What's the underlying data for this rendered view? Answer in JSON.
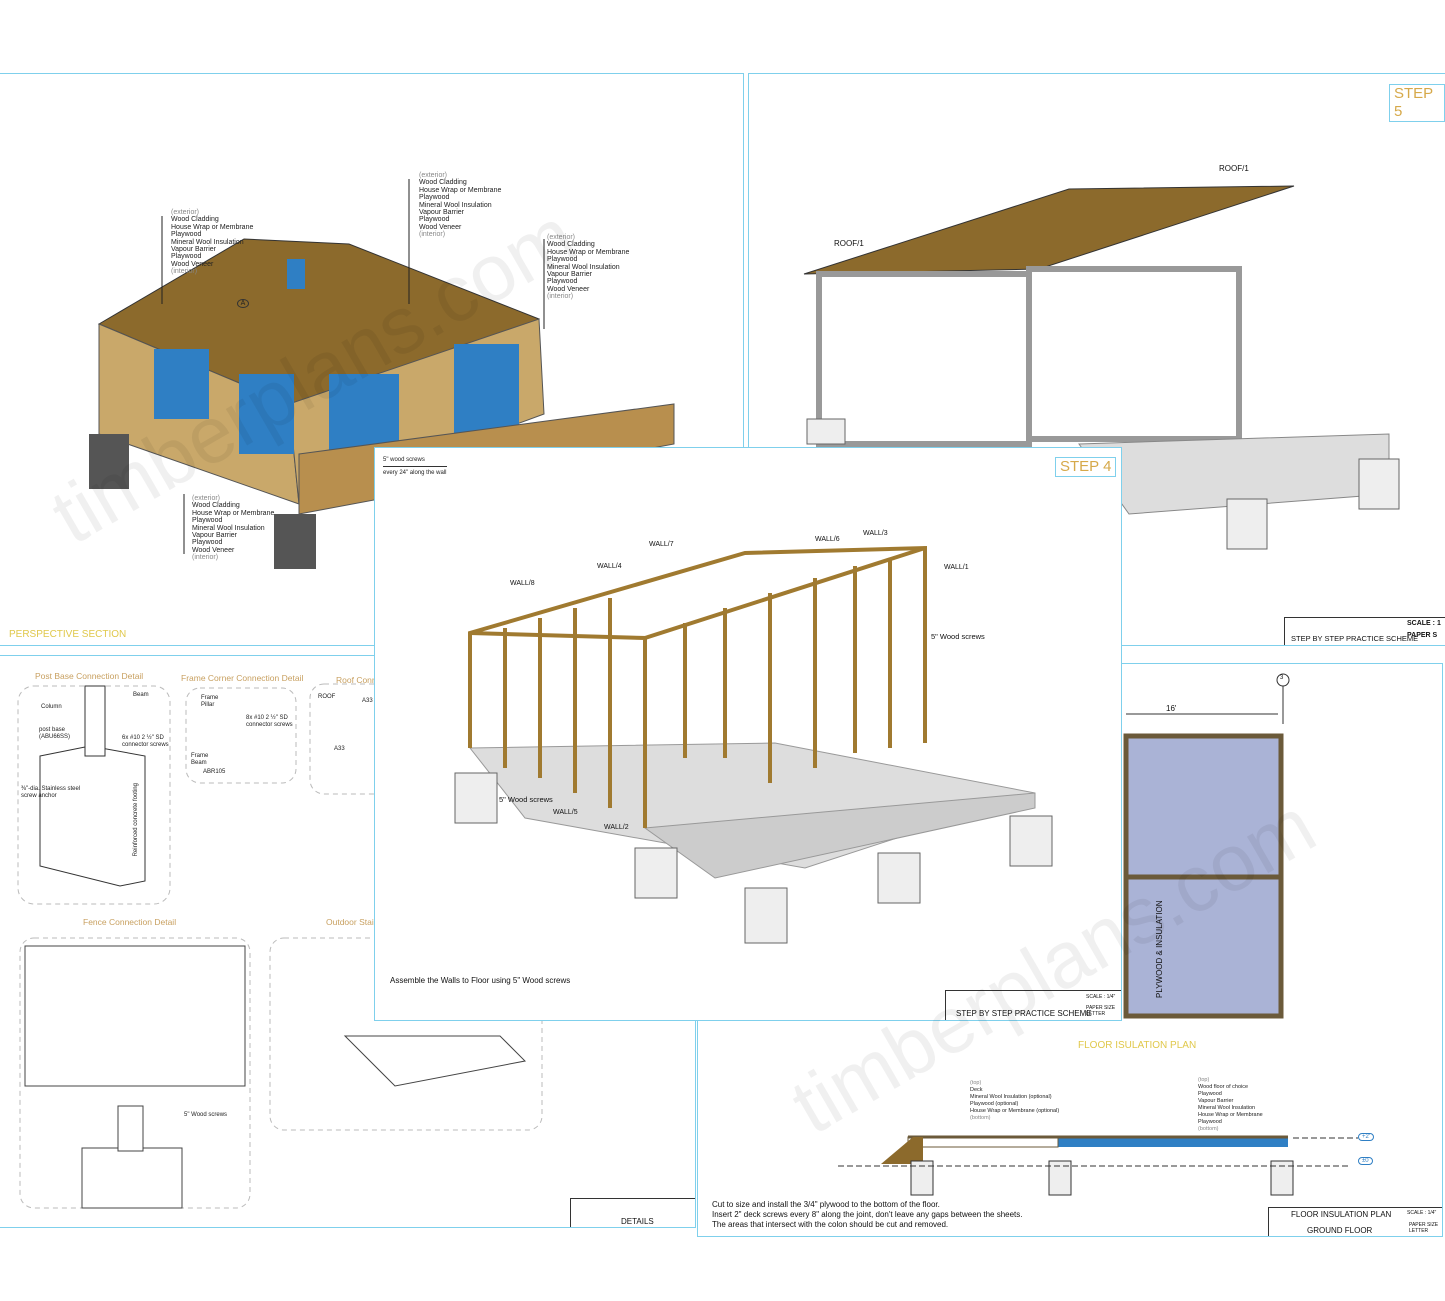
{
  "watermark": "timberplans.com",
  "perspective": {
    "title": "PERSPECTIVE SECTION",
    "room_tag": "A",
    "wall_layers": [
      "(exterior)",
      "Wood Cladding",
      "House Wrap or Membrane",
      "Playwood",
      "Mineral Wool Insulation",
      "Vapour Barrier",
      "Playwood",
      "Wood Veneer",
      "(interior)"
    ]
  },
  "step5": {
    "badge": "STEP 5",
    "roof_labels": [
      "ROOF/1",
      "ROOF/1"
    ],
    "title_block": "STEP BY STEP PRACTICE SCHEME",
    "scale": "SCALE : 1",
    "paper": "PAPER S"
  },
  "details": {
    "titles": [
      "Post Base Connection Detail",
      "Frame Corner Connection Detail",
      "Roof Conn",
      "Fence Connection Detail",
      "Outdoor Stai"
    ],
    "post_base": [
      "Beam",
      "Column",
      "post base (ABU66SS)",
      "6x #10 2 ½\" SD connector screws",
      "⅜\"-dia. Stainless steel screw anchor",
      "Reinforced concrete footing"
    ],
    "frame_corner": [
      "Frame Pillar",
      "8x #10 2 ½\" SD connector screws",
      "Frame Beam",
      "ABR105"
    ],
    "roof": [
      "ROOF",
      "A33",
      "A33"
    ],
    "fence": [
      "5\" Wood screws"
    ],
    "title_block": "DETAILS"
  },
  "step4": {
    "badge": "STEP 4",
    "legend_top": "5\" wood screws",
    "legend_bottom": "every 24\" along the wall",
    "walls": [
      "WALL/8",
      "WALL/4",
      "WALL/7",
      "WALL/6",
      "WALL/3",
      "WALL/1",
      "WALL/5",
      "WALL/2"
    ],
    "screws_right": "5\" Wood screws",
    "screws_left": "5\" Wood screws",
    "instruction": "Assemble the Walls to Floor using  5\" Wood screws",
    "title_block": "STEP BY STEP PRACTICE SCHEME",
    "scale": "SCALE : 1/4\"",
    "paper": "PAPER SIZE LETTER"
  },
  "floor": {
    "dimension": "16'",
    "axis": "3",
    "vertical_label": "PLYWOOD & INSULATION",
    "plan_title": "FLOOR ISULATION PLAN",
    "deck_layers": [
      "(top)",
      "Deck",
      "Mineral Wool Insulation (optional)",
      "Playwood (optional)",
      "House Wrap or Membrane (optional)",
      "(bottom)"
    ],
    "floor_layers": [
      "(top)",
      "Wood floor of choice",
      "Playwood",
      "Vapour Barrier",
      "Mineral Wool Insulation",
      "House Wrap or Membrane",
      "Playwood",
      "(bottom)"
    ],
    "levels": [
      "+2'",
      "±0"
    ],
    "notes": [
      "Cut to size and install the 3/4\" plywood to the bottom of the floor.",
      "Insert 2\" deck screws every 8\" along the joint, don't leave any gaps between the sheets.",
      "The areas that intersect with the colon should be cut and removed."
    ],
    "title_block_1": "FLOOR INSULATION PLAN",
    "title_block_2": "GROUND FLOOR",
    "scale": "SCALE : 1/4\"",
    "paper": "PAPER SIZE LETTER"
  },
  "colors": {
    "sheet_border": "#7fd0ec",
    "wood": "#8c6a2c",
    "insulation": "#2f7fc4",
    "badge_text": "#d6a94a"
  }
}
